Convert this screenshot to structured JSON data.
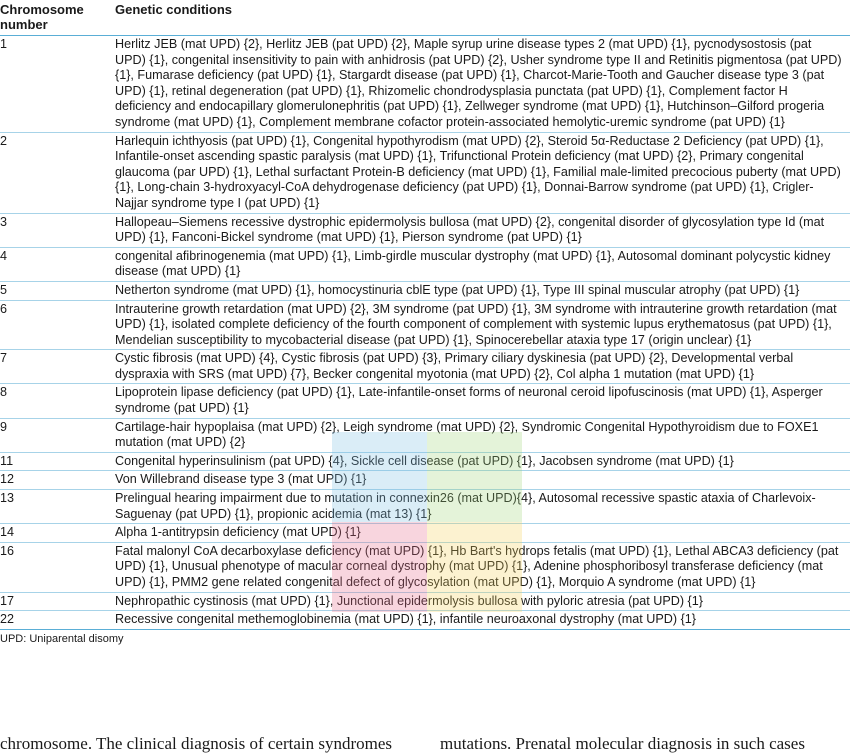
{
  "table": {
    "headers": [
      "Chromosome number",
      "Genetic conditions"
    ],
    "rows": [
      {
        "chromosome": "1",
        "conditions": "Herlitz JEB (mat UPD) {2}, Herlitz JEB (pat UPD) {2}, Maple syrup urine disease types 2 (mat UPD) {1}, pycnodysostosis (pat UPD) {1}, congenital insensitivity to pain with anhidrosis (pat UPD) {2}, Usher syndrome type II and Retinitis pigmentosa (pat UPD) {1}, Fumarase deficiency (pat UPD) {1}, Stargardt disease (pat UPD) {1}, Charcot-Marie-Tooth and Gaucher disease type 3 (pat UPD) {1}, retinal degeneration (pat UPD) {1}, Rhizomelic chondrodysplasia punctata (pat UPD) {1}, Complement factor H deficiency and endocapillary glomerulonephritis (pat UPD) {1}, Zellweger syndrome (mat UPD) {1}, Hutchinson–Gilford progeria syndrome (mat UPD) {1}, Complement membrane cofactor protein-associated hemolytic-uremic syndrome (pat UPD) {1}"
      },
      {
        "chromosome": "2",
        "conditions": "Harlequin ichthyosis (pat UPD) {1}, Congenital hypothyrodism (mat UPD) {2}, Steroid 5α-Reductase 2 Deficiency (pat UPD) {1}, Infantile-onset ascending spastic paralysis (mat UPD) {1}, Trifunctional Protein deficiency (mat UPD) {2}, Primary congenital glaucoma (par UPD) {1}, Lethal surfactant Protein-B deficiency (mat UPD) {1}, Familial male-limited precocious puberty (mat UPD) {1}, Long-chain 3-hydroxyacyl-CoA dehydrogenase deficiency (pat UPD) {1}, Donnai-Barrow syndrome (pat UPD) {1}, Crigler-Najjar syndrome type I (pat UPD) {1}"
      },
      {
        "chromosome": "3",
        "conditions": "Hallopeau–Siemens recessive dystrophic epidermolysis bullosa (mat UPD) {2}, congenital disorder of glycosylation type Id (mat UPD) {1}, Fanconi-Bickel syndrome (mat UPD) {1}, Pierson syndrome (pat UPD) {1}"
      },
      {
        "chromosome": "4",
        "conditions": "congenital afibrinogenemia (mat UPD) {1}, Limb-girdle muscular dystrophy (mat UPD) {1}, Autosomal dominant polycystic kidney disease (mat UPD) {1}"
      },
      {
        "chromosome": "5",
        "conditions": "Netherton syndrome (mat UPD) {1}, homocystinuria cblE type (pat UPD) {1}, Type III spinal muscular atrophy (pat UPD) {1}"
      },
      {
        "chromosome": "6",
        "conditions": "Intrauterine growth retardation (mat UPD) {2}, 3M syndrome (pat UPD) {1}, 3M syndrome with intrauterine growth retardation (mat UPD) {1}, isolated complete deficiency of the fourth component of complement with systemic lupus erythematosus (pat UPD) {1}, Mendelian susceptibility to mycobacterial disease (pat UPD) {1}, Spinocerebellar ataxia type 17 (origin unclear) {1}"
      },
      {
        "chromosome": "7",
        "conditions": "Cystic fibrosis (mat UPD) {4}, Cystic fibrosis (pat UPD) {3}, Primary ciliary dyskinesia (pat UPD) {2}, Developmental verbal dyspraxia with SRS (mat UPD) {7}, Becker congenital myotonia (mat UPD) {2}, Col alpha 1 mutation (mat UPD) {1}"
      },
      {
        "chromosome": "8",
        "conditions": "Lipoprotein lipase deficiency (pat UPD) {1}, Late-infantile-onset forms of neuronal ceroid lipofuscinosis (mat UPD) {1}, Asperger syndrome (pat UPD) {1}"
      },
      {
        "chromosome": "9",
        "conditions": "Cartilage-hair hypoplaisa (mat UPD) {2}, Leigh syndrome (mat UPD) {2}, Syndromic Congenital Hypothyroidism due to FOXE1 mutation (mat UPD) {2}"
      },
      {
        "chromosome": "11",
        "conditions": "Congenital hyperinsulinism (pat UPD) {4}, Sickle cell disease (pat UPD) {1}, Jacobsen syndrome (mat UPD) {1}"
      },
      {
        "chromosome": "12",
        "conditions": "Von Willebrand disease type 3 (mat UPD) {1}"
      },
      {
        "chromosome": "13",
        "conditions": "Prelingual hearing impairment due to mutation in connexin26 (mat UPD){4}, Autosomal recessive spastic ataxia of Charlevoix-Saguenay (pat UPD) {1}, propionic acidemia (mat 13) {1}"
      },
      {
        "chromosome": "14",
        "conditions": "Alpha 1-antitrypsin deficiency (mat UPD) {1}"
      },
      {
        "chromosome": "16",
        "conditions": "Fatal malonyl CoA decarboxylase deficiency (mat UPD) {1}, Hb Bart's hydrops fetalis (mat UPD) {1}, Lethal ABCA3 deficiency (pat UPD) {1}, Unusual phenotype of macular corneal dystrophy (mat UPD) {1}, Adenine phosphoribosyl transferase deficiency (mat UPD) {1}, PMM2 gene related congenital defect of glycosylation (mat UPD) {1}, Morquio A syndrome (mat UPD) {1}"
      },
      {
        "chromosome": "17",
        "conditions": "Nephropathic cystinosis (mat UPD) {1}, Junctional epidermolysis bullosa with pyloric atresia (pat UPD) {1}"
      },
      {
        "chromosome": "22",
        "conditions": "Recessive congenital methemoglobinemia (mat UPD) {1}, infantile neuroaxonal dystrophy (mat UPD) {1}"
      }
    ],
    "footnote": "UPD: Uniparental disomy"
  },
  "body_text": {
    "left": "chromosome. The clinical diagnosis of certain syndromes",
    "right": "mutations. Prenatal molecular diagnosis in such cases"
  },
  "colors": {
    "rule": "#5aaed6",
    "watermark": [
      "#7ec0e6",
      "#9fd67a",
      "#e86a8a",
      "#f5d35a"
    ]
  }
}
